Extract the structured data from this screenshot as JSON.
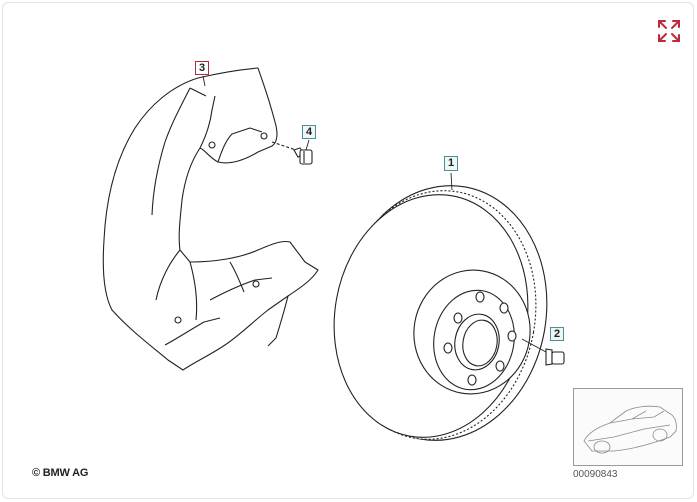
{
  "callouts": {
    "rotor": "1",
    "screw": "2",
    "shield": "3",
    "bolt": "4"
  },
  "copyright": "© BMW AG",
  "thumbnail_code": "00090843",
  "icons": {
    "expand": "expand-icon"
  },
  "colors": {
    "expand_icon": "#c0283a",
    "callout_red": "#b0283a",
    "callout_teal": "#4e8e98",
    "line": "#222222"
  }
}
